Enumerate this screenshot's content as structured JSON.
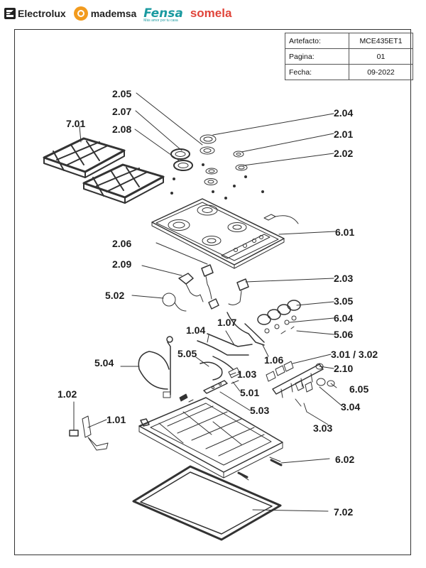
{
  "brands": [
    {
      "name": "Electrolux",
      "icon": "electrolux-logo-icon"
    },
    {
      "name": "mademsa",
      "icon": "mademsa-sun-icon"
    },
    {
      "name": "Fensa",
      "tagline": "Más amor por tu casa"
    },
    {
      "name": "somela"
    }
  ],
  "info_table": {
    "artefacto_label": "Artefacto:",
    "artefacto_value": "MCE435ET1",
    "pagina_label": "Pagina:",
    "pagina_value": "01",
    "fecha_label": "Fecha:",
    "fecha_value": "09-2022"
  },
  "labels": {
    "l201": "2.01",
    "l202": "2.02",
    "l203": "2.03",
    "l204": "2.04",
    "l205": "2.05",
    "l206": "2.06",
    "l207": "2.07",
    "l208": "2.08",
    "l209": "2.09",
    "l210": "2.10",
    "l301": "3.01 / 3.02",
    "l303": "3.03",
    "l304": "3.04",
    "l305": "3.05",
    "l501": "5.01",
    "l502": "5.02",
    "l503": "5.03",
    "l504": "5.04",
    "l505": "5.05",
    "l506": "5.06",
    "l601": "6.01",
    "l602": "6.02",
    "l604": "6.04",
    "l605": "6.05",
    "l701": "7.01",
    "l702": "7.02",
    "l101": "1.01",
    "l102": "1.02",
    "l103": "1.03",
    "l104": "1.04",
    "l106": "1.06",
    "l107": "1.07"
  }
}
